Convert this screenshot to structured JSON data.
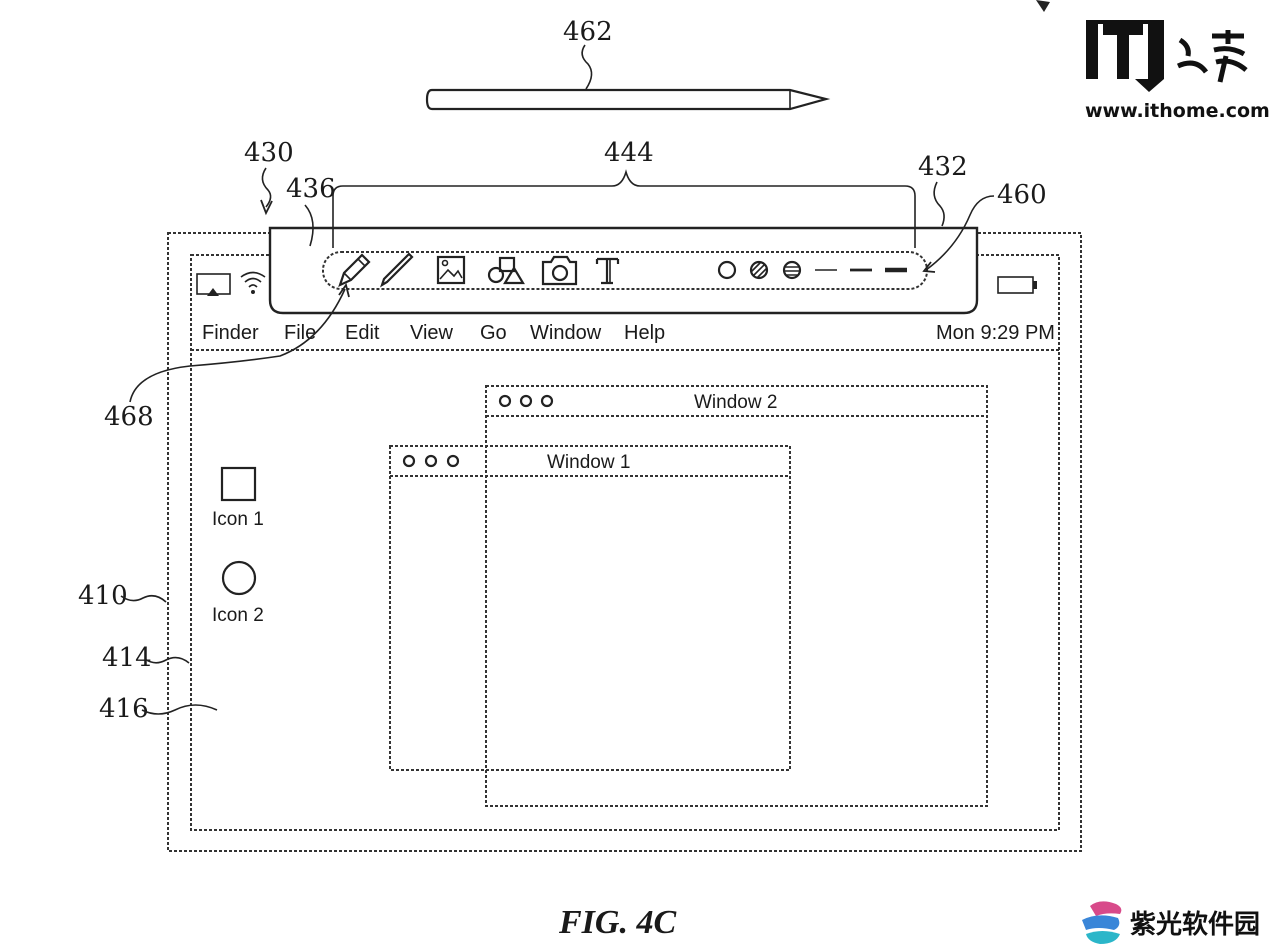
{
  "figure": {
    "caption": "FIG. 4C",
    "reference_numerals": {
      "stylus": "462",
      "device": "430",
      "toolbar": "436",
      "tool_group": "444",
      "toolbar_edge": "432",
      "toolbar_end": "460",
      "selected_tool": "468",
      "display": "410",
      "screen": "414",
      "desktop": "416"
    }
  },
  "menubar": {
    "items": [
      "Finder",
      "File",
      "Edit",
      "View",
      "Go",
      "Window",
      "Help"
    ],
    "clock": "Mon 9:29 PM"
  },
  "toolbar": {
    "tools": [
      "pencil-icon",
      "pen-icon",
      "image-icon",
      "shapes-icon",
      "camera-icon",
      "text-icon"
    ],
    "swatches": [
      "circle-outline",
      "circle-hatched",
      "circle-striped"
    ],
    "line_widths": [
      "thin",
      "medium",
      "thick"
    ]
  },
  "desktop_icons": [
    {
      "label": "Icon 1",
      "shape": "square"
    },
    {
      "label": "Icon 2",
      "shape": "circle"
    }
  ],
  "windows": [
    {
      "title": "Window 2"
    },
    {
      "title": "Window 1"
    }
  ],
  "watermarks": {
    "ithome_logo": "IT之家",
    "ithome_url": "www.ithome.com",
    "bottom_right": "紫光软件园"
  }
}
